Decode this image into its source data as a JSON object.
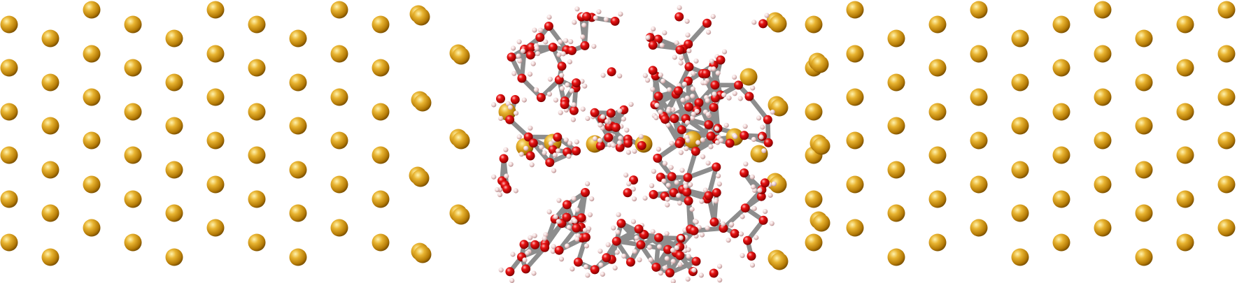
{
  "figure": {
    "description_visible_text": "",
    "colors": {
      "background": "#ffffff",
      "metal_atom": "#d9a21c",
      "metal_highlight": "#fff0a8",
      "metal_shadow": "#8a5a00",
      "oxygen_atom": "#e01010",
      "oxygen_highlight": "#ffb0b0",
      "hydrogen_atom": "#f0d6d6",
      "hydrogen_shadow": "#b08888",
      "bond": "#8c8c8c"
    },
    "regions": [
      {
        "name": "left-electrode",
        "atom": "metal"
      },
      {
        "name": "water-layer",
        "atoms": [
          "oxygen",
          "hydrogen"
        ],
        "embedded": "metal"
      },
      {
        "name": "right-electrode",
        "atom": "metal"
      }
    ]
  }
}
